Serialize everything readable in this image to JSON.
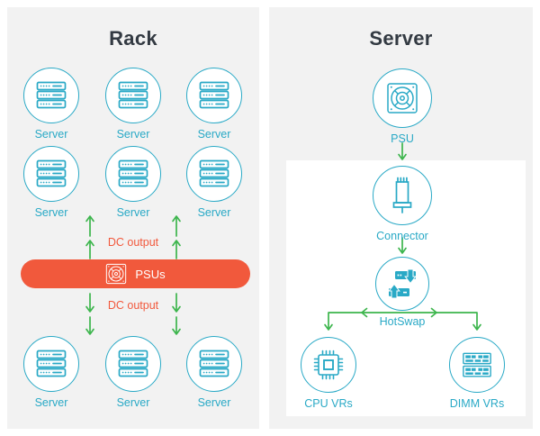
{
  "colors": {
    "teal": "#29a9c6",
    "orange": "#f1593c",
    "green": "#3cb54c",
    "heading": "#333a42",
    "panel_background": "#f2f2f2"
  },
  "rack": {
    "title": "Rack",
    "servers_top": [
      "Server",
      "Server",
      "Server",
      "Server",
      "Server",
      "Server"
    ],
    "servers_bottom": [
      "Server",
      "Server",
      "Server"
    ],
    "dc_output_top": "DC output",
    "dc_output_bottom": "DC output",
    "psus": {
      "label": "PSUs"
    }
  },
  "server": {
    "title": "Server",
    "psu": {
      "label": "PSU"
    },
    "connector": {
      "label": "Connector"
    },
    "hotswap": {
      "label": "HotSwap"
    },
    "cpu_vrs": {
      "label": "CPU VRs"
    },
    "dimm_vrs": {
      "label": "DIMM VRs"
    }
  },
  "icons": {
    "rack_server": "server-stack-icon",
    "psus_bar": "psu-fan-icon",
    "psu": "psu-fan-icon",
    "connector": "power-connector-icon",
    "hotswap": "hotswap-arrows-icon",
    "cpu_vrs": "cpu-chip-icon",
    "dimm_vrs": "dimm-memory-icon"
  }
}
